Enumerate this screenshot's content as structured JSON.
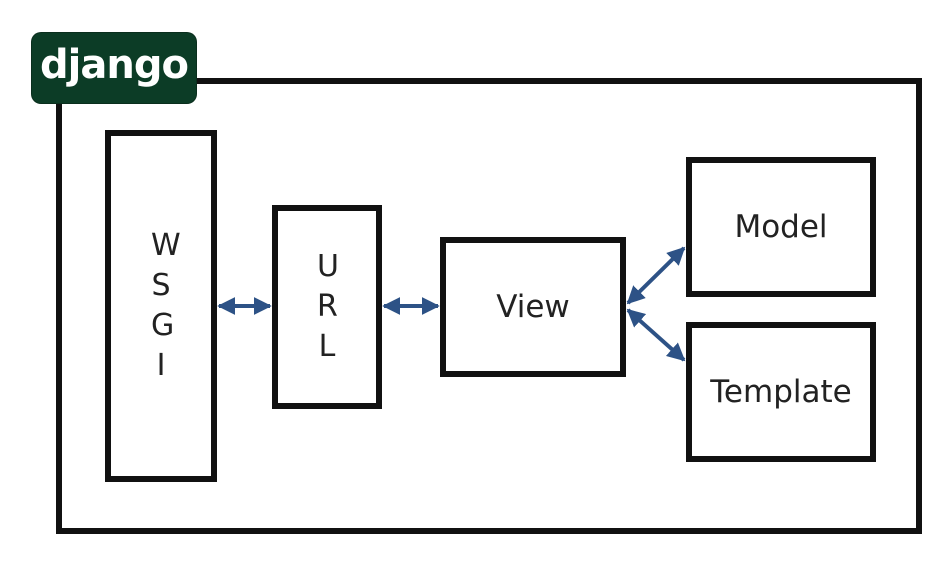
{
  "logo": {
    "text": "django"
  },
  "nodes": {
    "wsgi": "WSGI",
    "url": "URL",
    "view": "View",
    "model": "Model",
    "template": "Template"
  },
  "colors": {
    "arrow": "#2d5286",
    "border": "#111111",
    "logo_bg": "#0c3c26"
  }
}
